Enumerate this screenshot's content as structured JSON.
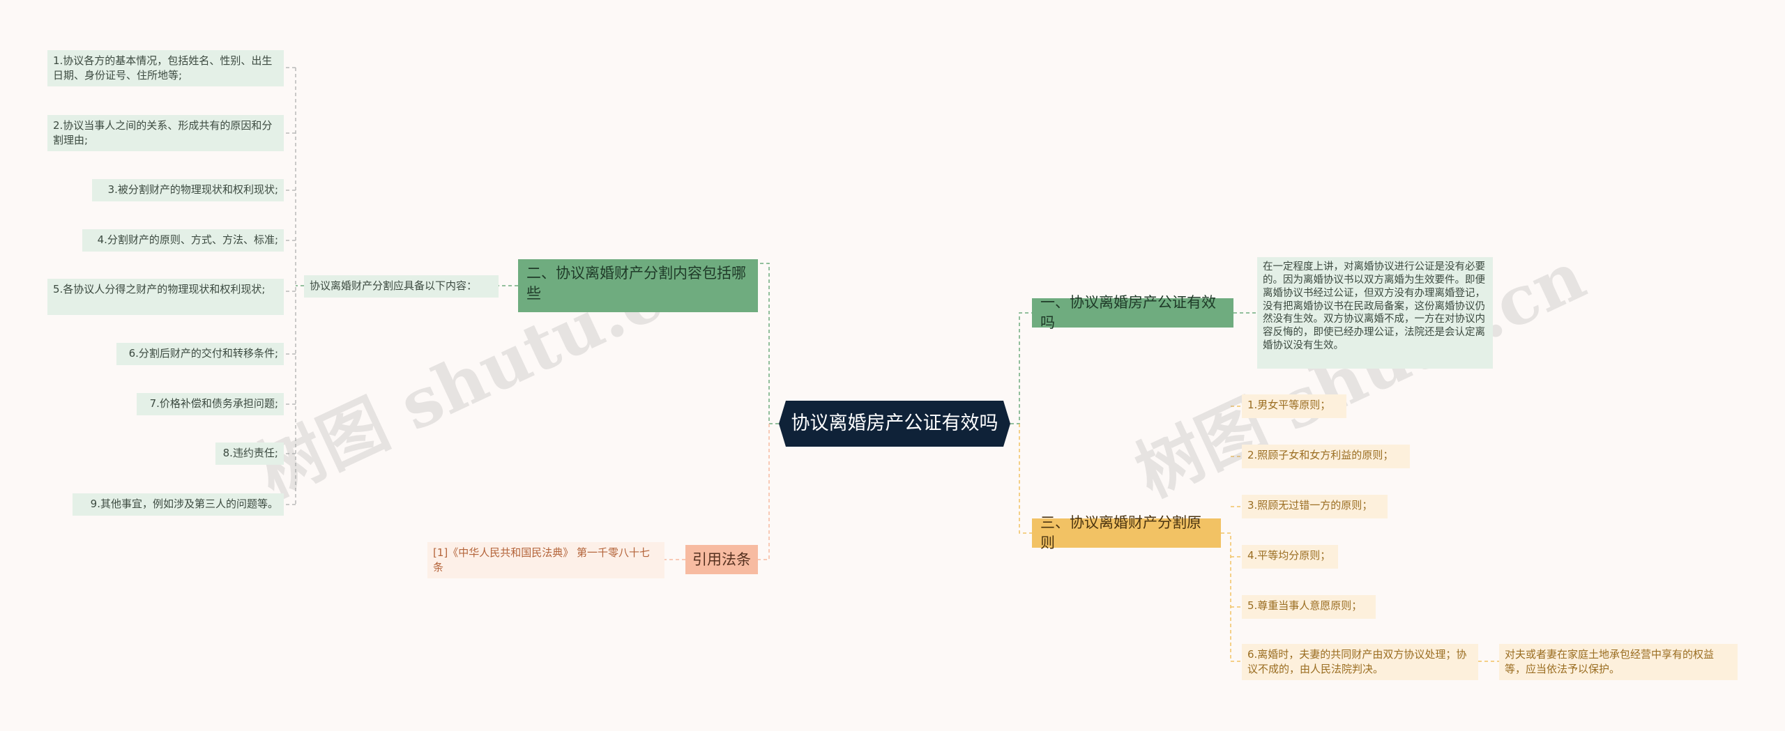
{
  "root": "协议离婚房产公证有效吗",
  "branch_one": {
    "title": "一、协议离婚房产公证有效吗",
    "detail": "在一定程度上讲，对离婚协议进行公证是没有必要的。因为离婚协议书以双方离婚为生效要件。即便离婚协议书经过公证，但双方没有办理离婚登记，没有把离婚协议书在民政局备案，这份离婚协议仍然没有生效。双方协议离婚不成，一方在对协议内容反悔的，即使已经办理公证，法院还是会认定离婚协议没有生效。"
  },
  "branch_two": {
    "title": "二、协议离婚财产分割内容包括哪些",
    "connector": "协议离婚财产分割应具备以下内容：",
    "items": [
      "1.协议各方的基本情况，包括姓名、性别、出生日期、身份证号、住所地等;",
      "2.协议当事人之间的关系、形成共有的原因和分割理由;",
      "3.被分割财产的物理现状和权利现状;",
      "4.分割财产的原则、方式、方法、标准;",
      "5.各协议人分得之财产的物理现状和权利现状;",
      "6.分割后财产的交付和转移条件;",
      "7.价格补偿和债务承担问题;",
      "8.违约责任;",
      "9.其他事宜，例如涉及第三人的问题等。"
    ]
  },
  "branch_three": {
    "title": "三、协议离婚财产分割原则",
    "items": [
      "1.男女平等原则；",
      "2.照顾子女和女方利益的原则；",
      "3.照顾无过错一方的原则；",
      "4.平等均分原则；",
      "5.尊重当事人意愿原则；",
      "6.离婚时，夫妻的共同财产由双方协议处理；协议不成的，由人民法院判决。"
    ],
    "sub_detail": "对夫或者妻在家庭土地承包经营中享有的权益等，应当依法予以保护。"
  },
  "branch_law": {
    "title": "引用法条",
    "item": "[1]《中华人民共和国民法典》 第一千零八十七条"
  },
  "watermark": [
    "树图 shutu.cn",
    "树图 shutu.cn"
  ],
  "colors": {
    "root": "#0f2238",
    "green": "#6fac7f",
    "yellow": "#f2c264",
    "salmon": "#f7bba1",
    "background": "#fdf9f7"
  }
}
